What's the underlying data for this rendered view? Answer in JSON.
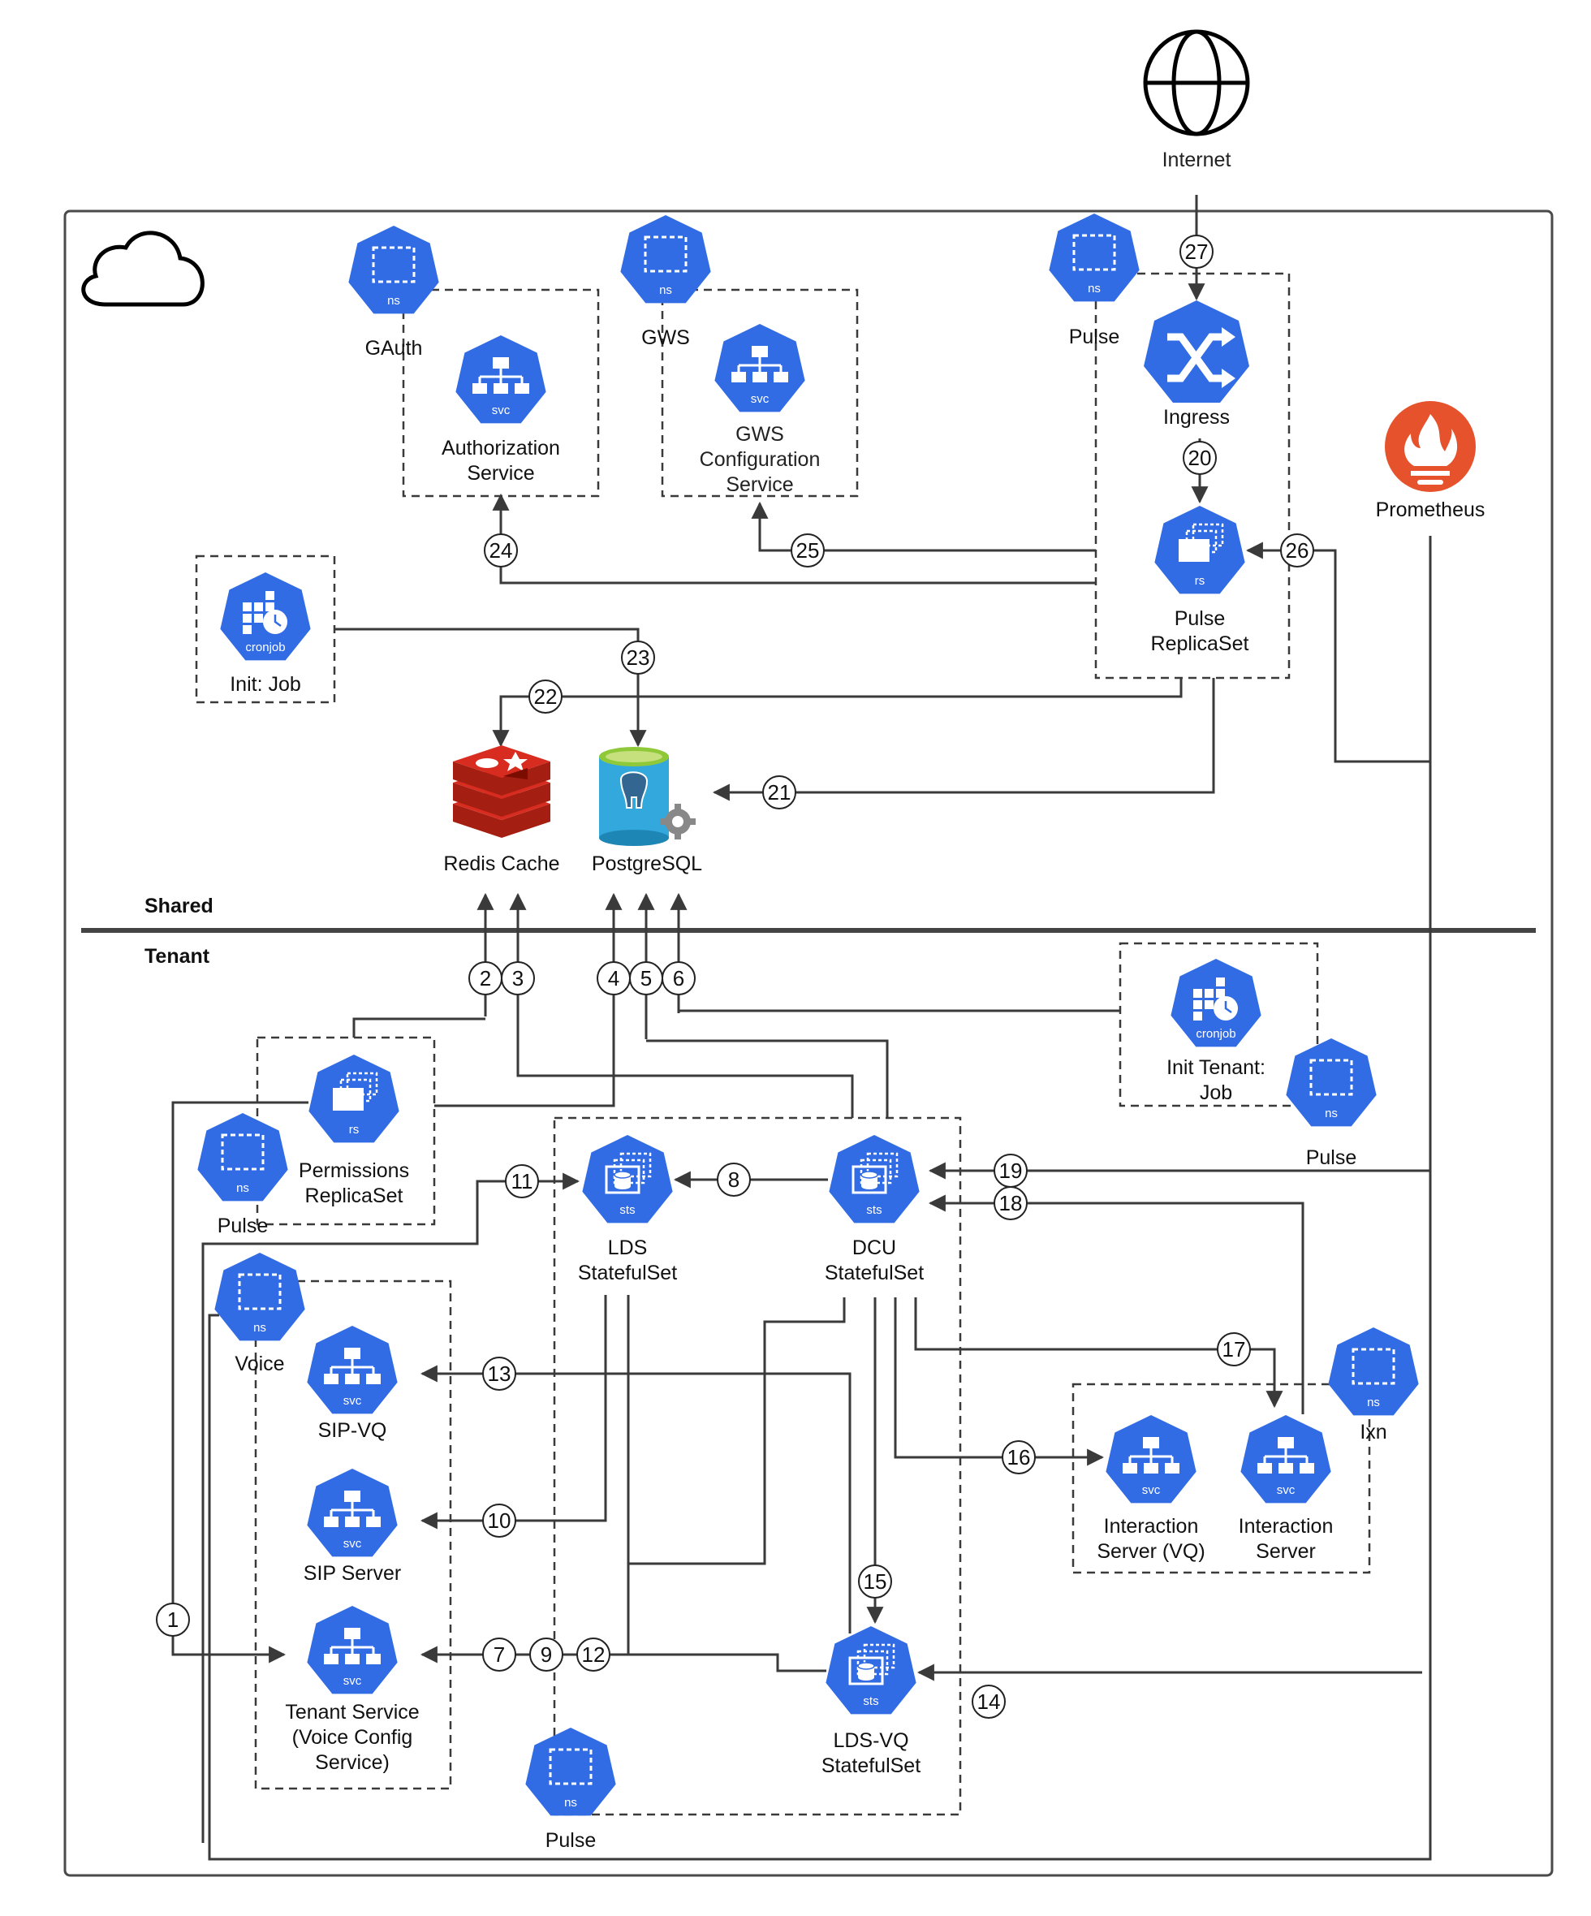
{
  "diagram": {
    "internet_label": "Internet",
    "prometheus_label": "Prometheus",
    "shared_label": "Shared",
    "tenant_label": "Tenant",
    "namespaces": {
      "gauth": "GAuth",
      "gws": "GWS",
      "pulse_top": "Pulse",
      "pulse_permissions": "Pulse",
      "voice": "Voice",
      "pulse_init_tenant": "Pulse",
      "ixn": "Ixn",
      "pulse_bottom": "Pulse"
    },
    "components": {
      "authorization_service": [
        "Authorization",
        "Service"
      ],
      "gws_configuration_service": [
        "GWS",
        "Configuration",
        "Service"
      ],
      "ingress": [
        "Ingress"
      ],
      "pulse_replicaset": [
        "Pulse",
        "ReplicaSet"
      ],
      "init_job": [
        "Init: Job"
      ],
      "redis_cache": [
        "Redis Cache"
      ],
      "postgresql": [
        "PostgreSQL"
      ],
      "init_tenant_job": [
        "Init Tenant:",
        "Job"
      ],
      "permissions_replicaset": [
        "Permissions",
        "ReplicaSet"
      ],
      "lds_statefulset": [
        "LDS",
        "StatefulSet"
      ],
      "dcu_statefulset": [
        "DCU",
        "StatefulSet"
      ],
      "sip_vq": [
        "SIP-VQ"
      ],
      "sip_server": [
        "SIP Server"
      ],
      "tenant_service": [
        "Tenant Service",
        "(Voice Config",
        "Service)"
      ],
      "lds_vq_statefulset": [
        "LDS-VQ",
        "StatefulSet"
      ],
      "interaction_server_vq": [
        "Interaction",
        "Server (VQ)"
      ],
      "interaction_server": [
        "Interaction",
        "Server"
      ]
    },
    "icon_captions": {
      "ns": "ns",
      "svc": "svc",
      "rs": "rs",
      "sts": "sts",
      "cronjob": "cronjob"
    },
    "step_numbers": [
      "1",
      "2",
      "3",
      "4",
      "5",
      "6",
      "7",
      "8",
      "9",
      "10",
      "11",
      "12",
      "13",
      "14",
      "15",
      "16",
      "17",
      "18",
      "19",
      "20",
      "21",
      "22",
      "23",
      "24",
      "25",
      "26",
      "27"
    ],
    "colors": {
      "k8s_blue": "#326CE5",
      "prometheus_orange": "#E6522C",
      "redis_red": "#C6302B",
      "postgres_blue": "#336791",
      "line": "#3a3a3a"
    }
  }
}
